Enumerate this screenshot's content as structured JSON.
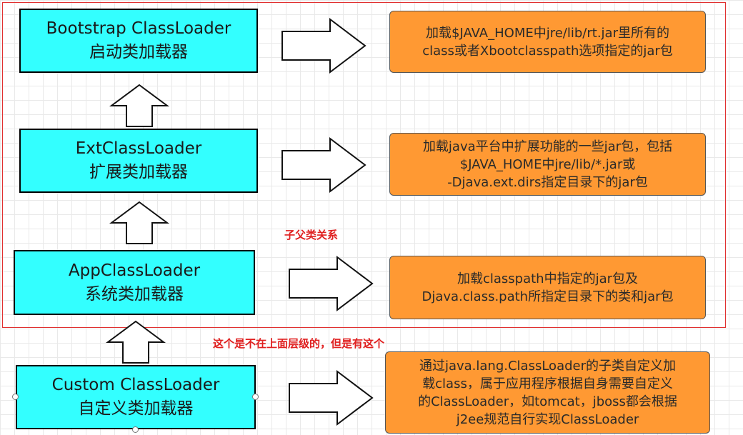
{
  "relation_note": "子父类关系",
  "outside_note": "这个是不在上面层级的，但是有这个",
  "loaders": [
    {
      "name": "Bootstrap ClassLoader",
      "cn": "启动类加载器",
      "desc": [
        "加载$JAVA_HOME中jre/lib/rt.jar里所有的",
        "class或者Xbootclasspath选项指定的jar包"
      ]
    },
    {
      "name": "ExtClassLoader",
      "cn": "扩展类加载器",
      "desc": [
        "加载java平台中扩展功能的一些jar包，包括",
        "$JAVA_HOME中jre/lib/*.jar或",
        "-Djava.ext.dirs指定目录下的jar包"
      ]
    },
    {
      "name": "AppClassLoader",
      "cn": "系统类加载器",
      "desc": [
        "加载classpath中指定的jar包及",
        "Djava.class.path所指定目录下的类和jar包"
      ]
    },
    {
      "name": "Custom  ClassLoader",
      "cn": "自定义类加载器",
      "desc": [
        "通过java.lang.ClassLoader的子类自定义加",
        "载class，属于应用程序根据自身需要自定义",
        "的ClassLoader，如tomcat，jboss都会根据",
        "j2ee规范自行实现ClassLoader"
      ]
    }
  ],
  "colors": {
    "loader_fill": "#33ffff",
    "desc_fill": "#ff9933",
    "frame": "#e03030",
    "note": "#e02020"
  }
}
